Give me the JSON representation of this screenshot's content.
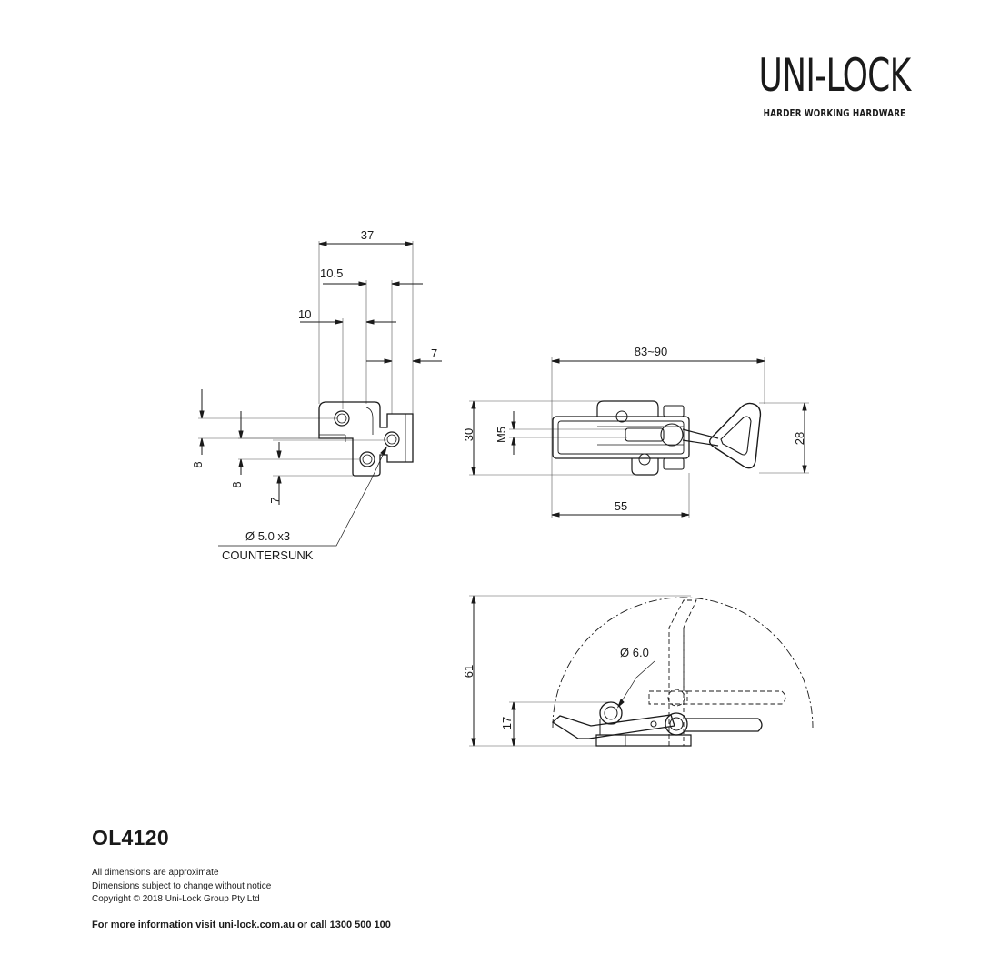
{
  "brand": {
    "name": "UNI-LOCK",
    "tagline": "HARDER WORKING HARDWARE"
  },
  "drawing": {
    "left_view": {
      "dims": [
        "37",
        "10.5",
        "10",
        "7",
        "8",
        "8",
        "7"
      ],
      "hole_note": "Ø 5.0 x3",
      "hole_note_2": "COUNTERSUNK"
    },
    "top_view": {
      "dims": [
        "83~90",
        "30",
        "M5",
        "28",
        "55"
      ]
    },
    "side_view": {
      "dims": [
        "Ø 6.0",
        "61",
        "17"
      ]
    }
  },
  "footer": {
    "model": "OL4120",
    "notes": [
      "All dimensions are approximate",
      "Dimensions subject to change without notice",
      "Copyright © 2018 Uni-Lock Group Pty Ltd"
    ],
    "contact": "For more information visit uni-lock.com.au or call 1300 500 100"
  }
}
